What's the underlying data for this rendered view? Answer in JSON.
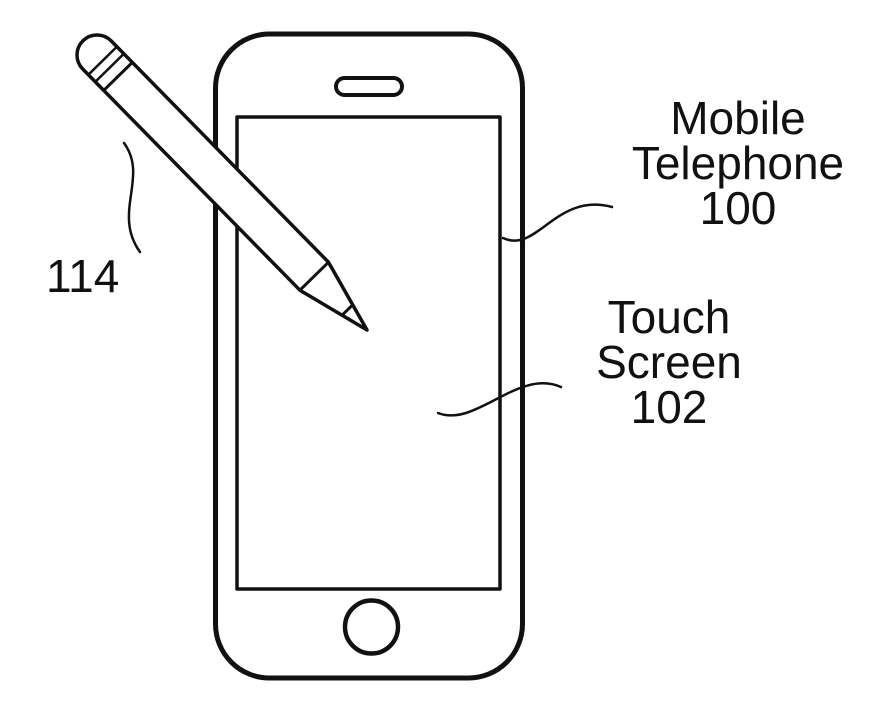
{
  "figure": {
    "background_color": "#ffffff",
    "line_color": "#111111",
    "labels": {
      "stylus": {
        "ref": "114"
      },
      "phone": {
        "lines": [
          "Mobile",
          "Telephone",
          "100"
        ]
      },
      "screen": {
        "lines": [
          "Touch",
          "Screen",
          "102"
        ]
      }
    }
  }
}
